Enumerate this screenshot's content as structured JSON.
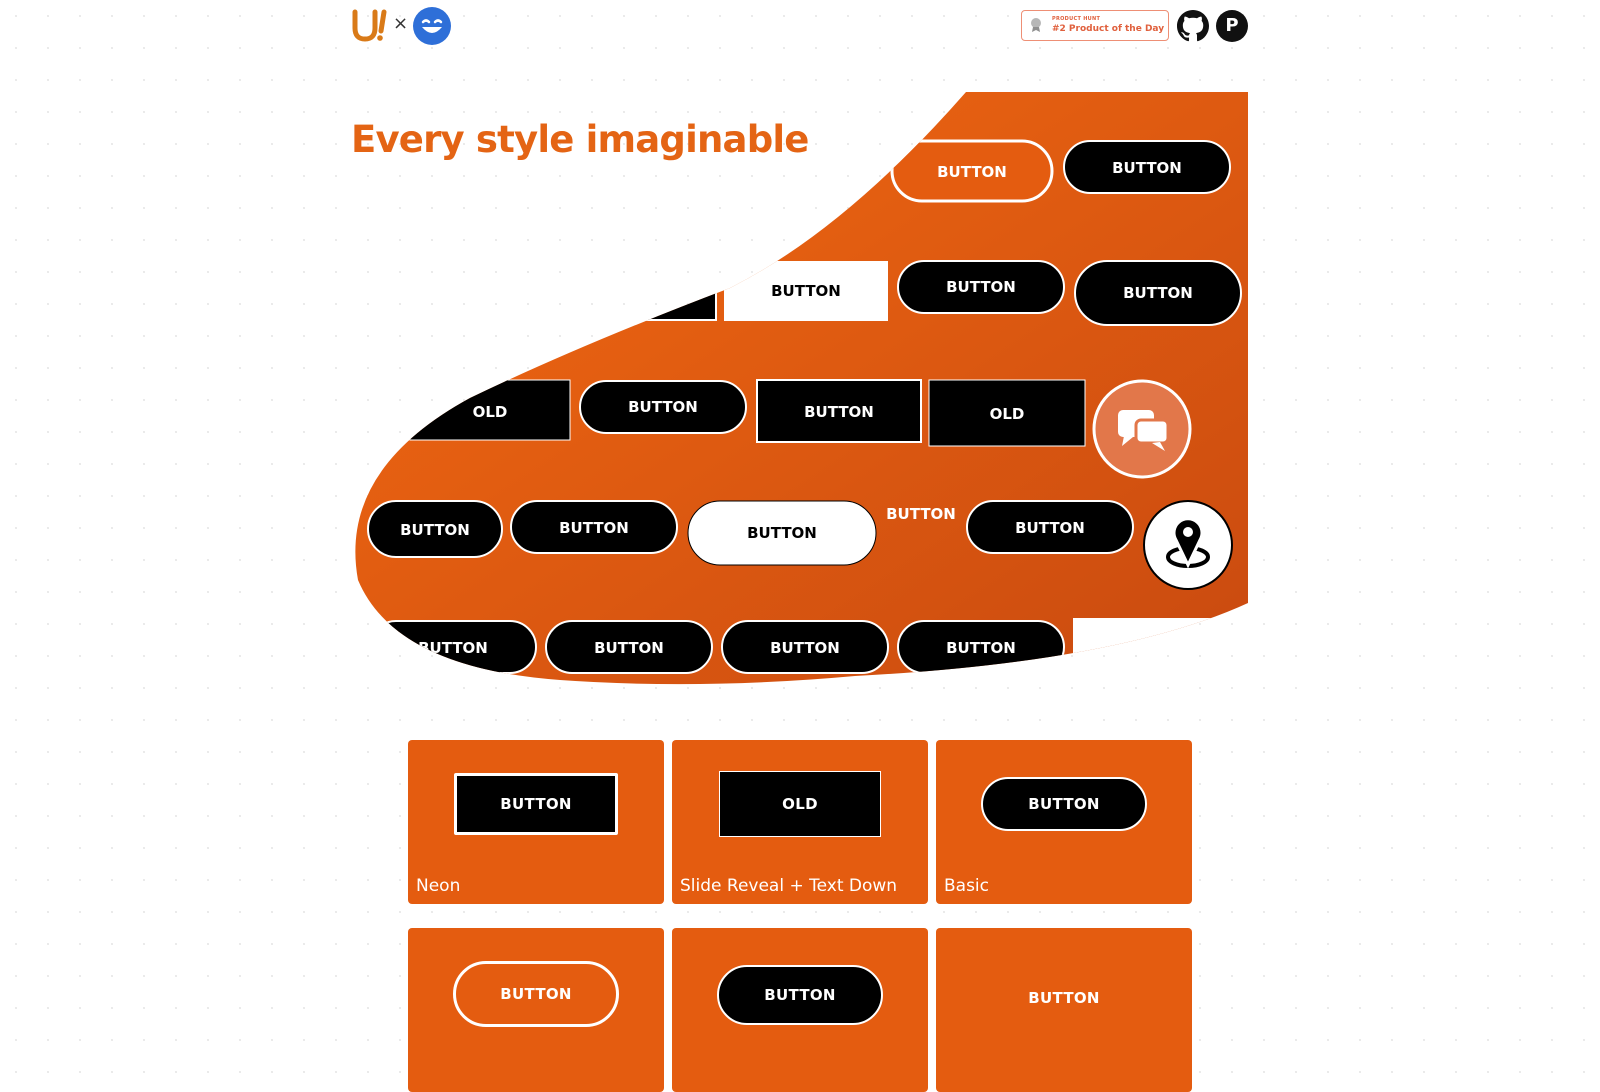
{
  "header": {
    "brand_logo": "U!",
    "times_symbol": "×",
    "emoji_logo_icon": "winking-emoji-icon",
    "badge": {
      "small_text": "PRODUCT HUNT",
      "main_text": "#2 Product of the Day"
    },
    "github_icon": "github-icon",
    "p_icon_text": "P"
  },
  "hero": {
    "title": "Every style imaginable",
    "buttons": [
      "BUTTON",
      "BUTTON",
      "BUTTON",
      "BUTTON",
      "BUTTON",
      "OLD",
      "BUTTON",
      "BUTTON",
      "OLD",
      "BUTTON",
      "BUTTON",
      "BUTTON",
      "BUTTON",
      "BUTTON",
      "BUTTON",
      "BUTTON",
      "BUTTON",
      "BUTTON"
    ],
    "chat_icon": "chat-bubbles-icon",
    "location_icon": "map-pin-icon"
  },
  "cards": [
    {
      "label": "Neon",
      "button_text": "BUTTON"
    },
    {
      "label": "Slide Reveal + Text Down",
      "button_text": "OLD"
    },
    {
      "label": "Basic",
      "button_text": "BUTTON"
    },
    {
      "label": "",
      "button_text": "BUTTON"
    },
    {
      "label": "",
      "button_text": "BUTTON"
    },
    {
      "label": "",
      "button_text": "BUTTON"
    }
  ],
  "colors": {
    "accent": "#e45c10",
    "hero_gradient_start": "#f36a12",
    "hero_gradient_end": "#c94a10",
    "title": "#e46414",
    "button_fill": "#000000",
    "button_border": "#ffffff"
  }
}
